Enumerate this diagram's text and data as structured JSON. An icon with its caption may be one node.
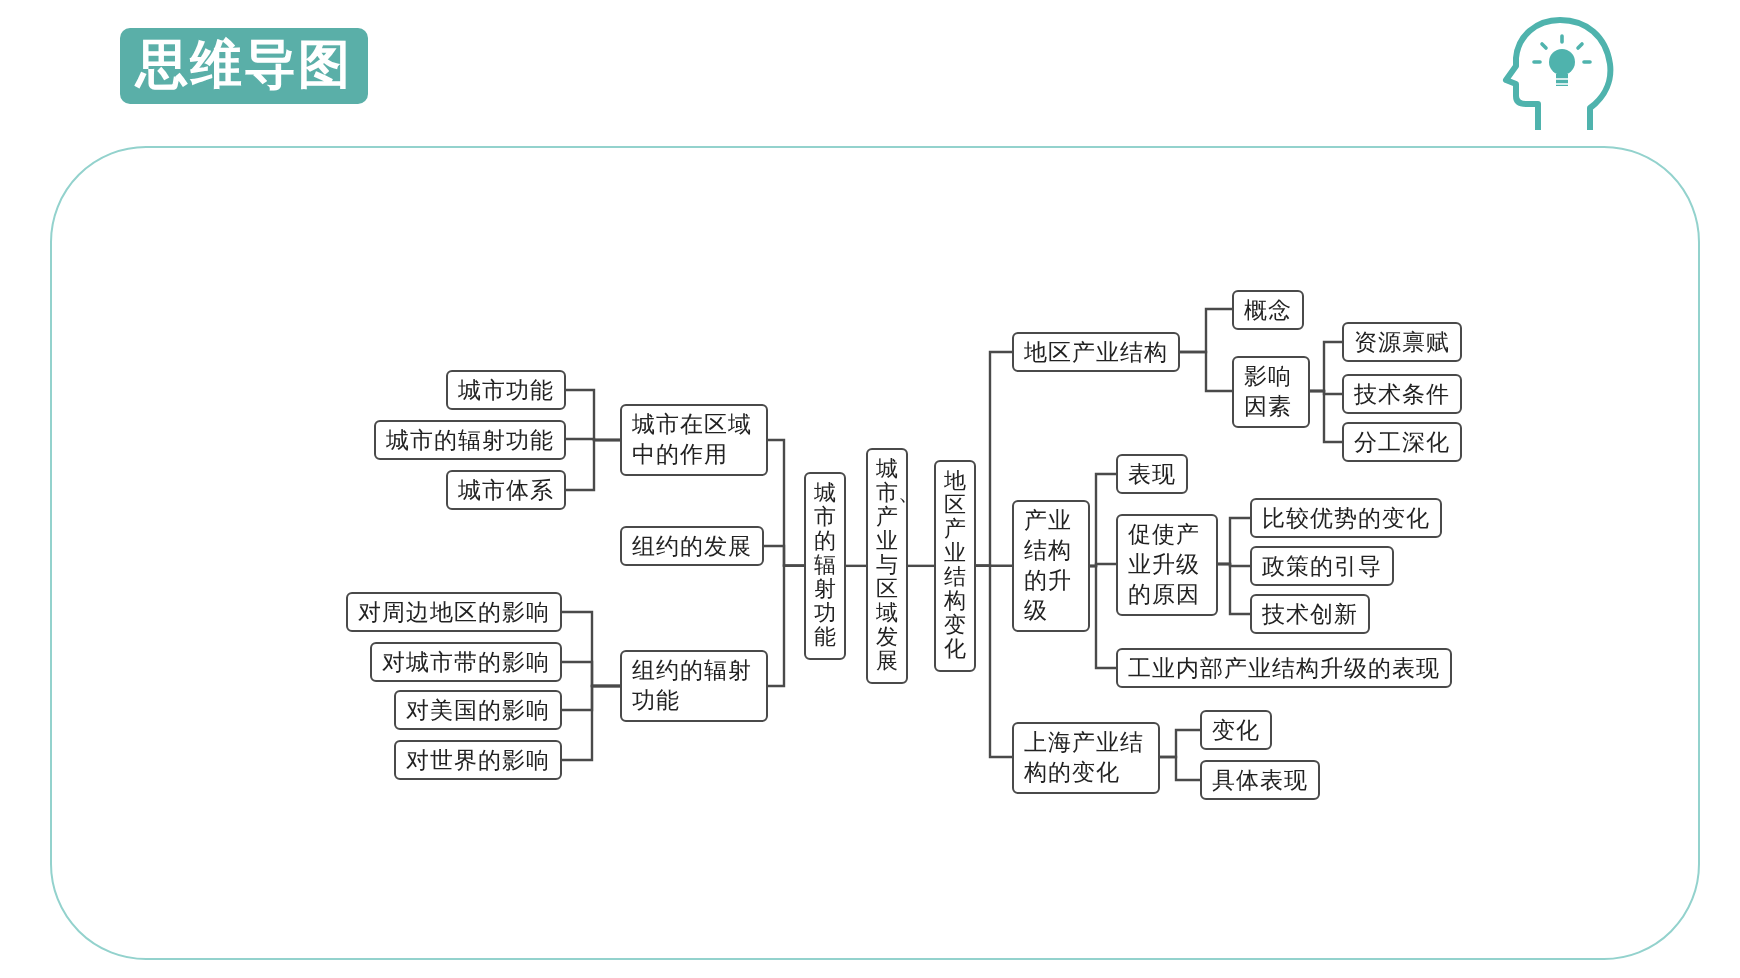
{
  "diagram": {
    "title": "思维导图",
    "nodes": [
      {
        "text": [
          "城市、产业与区域发展"
        ]
      },
      {
        "text": [
          "城市的辐射功能"
        ]
      },
      {
        "text": [
          "城市在区域中的作用"
        ]
      },
      {
        "text": [
          "城市功能"
        ]
      },
      {
        "text": [
          "城市的辐射功能"
        ]
      },
      {
        "text": [
          "城市体系"
        ]
      },
      {
        "text": [
          "组约的发展"
        ]
      },
      {
        "text": [
          "组约的辐射功能"
        ]
      },
      {
        "text": [
          "对周边地区的影响"
        ]
      },
      {
        "text": [
          "对城市带的影响"
        ]
      },
      {
        "text": [
          "对美国的影响"
        ]
      },
      {
        "text": [
          "对世界的影响"
        ]
      },
      {
        "text": [
          "地区产业结构变化"
        ]
      },
      {
        "text": [
          "地区产业结构"
        ]
      },
      {
        "text": [
          "概念"
        ]
      },
      {
        "text": [
          "影响因素"
        ]
      },
      {
        "text": [
          "资源禀赋"
        ]
      },
      {
        "text": [
          "技术条件"
        ]
      },
      {
        "text": [
          "分工深化"
        ]
      },
      {
        "text": [
          "产业结构的升级"
        ]
      },
      {
        "text": [
          "表现"
        ]
      },
      {
        "text": [
          "促使产业升级的原因"
        ]
      },
      {
        "text": [
          "比较优势的变化"
        ]
      },
      {
        "text": [
          "政策的引导"
        ]
      },
      {
        "text": [
          "技术创新"
        ]
      },
      {
        "text": [
          "工业内部产业结构升级的表现"
        ]
      },
      {
        "text": [
          "上海产业结构的变化"
        ]
      },
      {
        "text": [
          "变化"
        ]
      },
      {
        "text": [
          "具体表现"
        ]
      }
    ],
    "edges": [
      {
        "from": 0,
        "to": 1,
        "arrow": "none"
      },
      {
        "from": 1,
        "to": 2,
        "arrow": "none"
      },
      {
        "from": 1,
        "to": 6,
        "arrow": "none"
      },
      {
        "from": 1,
        "to": 7,
        "arrow": "none"
      },
      {
        "from": 2,
        "to": 3,
        "arrow": "none"
      },
      {
        "from": 2,
        "to": 4,
        "arrow": "none"
      },
      {
        "from": 2,
        "to": 5,
        "arrow": "none"
      },
      {
        "from": 7,
        "to": 8,
        "arrow": "none"
      },
      {
        "from": 7,
        "to": 9,
        "arrow": "none"
      },
      {
        "from": 7,
        "to": 10,
        "arrow": "none"
      },
      {
        "from": 7,
        "to": 11,
        "arrow": "none"
      },
      {
        "from": 0,
        "to": 12,
        "arrow": "none"
      },
      {
        "from": 12,
        "to": 13,
        "arrow": "none"
      },
      {
        "from": 12,
        "to": 19,
        "arrow": "none"
      },
      {
        "from": 12,
        "to": 26,
        "arrow": "none"
      },
      {
        "from": 13,
        "to": 14,
        "arrow": "none"
      },
      {
        "from": 13,
        "to": 15,
        "arrow": "none"
      },
      {
        "from": 15,
        "to": 16,
        "arrow": "none"
      },
      {
        "from": 15,
        "to": 17,
        "arrow": "none"
      },
      {
        "from": 15,
        "to": 18,
        "arrow": "none"
      },
      {
        "from": 19,
        "to": 20,
        "arrow": "none"
      },
      {
        "from": 19,
        "to": 21,
        "arrow": "none"
      },
      {
        "from": 19,
        "to": 25,
        "arrow": "none"
      },
      {
        "from": 21,
        "to": 22,
        "arrow": "none"
      },
      {
        "from": 21,
        "to": 23,
        "arrow": "none"
      },
      {
        "from": 21,
        "to": 24,
        "arrow": "none"
      },
      {
        "from": 26,
        "to": 27,
        "arrow": "none"
      },
      {
        "from": 26,
        "to": 28,
        "arrow": "none"
      }
    ]
  }
}
